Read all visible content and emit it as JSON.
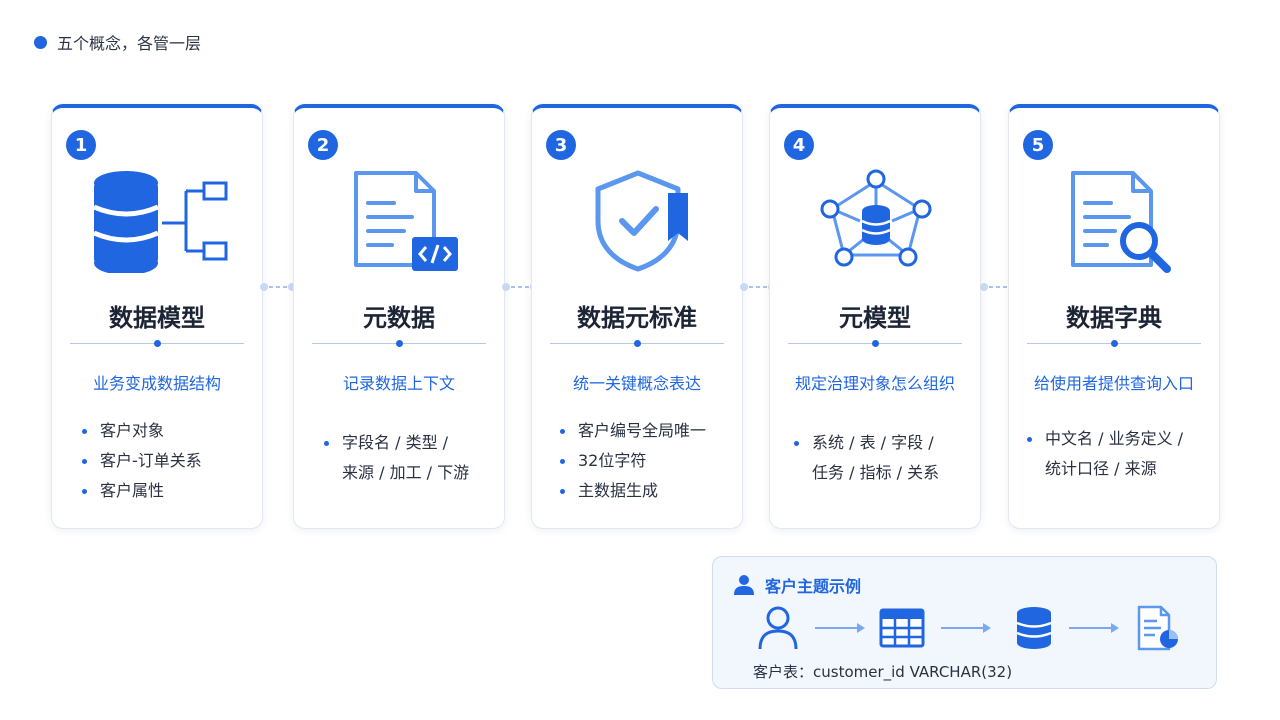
{
  "header": {
    "title": "五个概念，各管一层"
  },
  "cards": [
    {
      "number": "1",
      "title": "数据模型",
      "subtitle": "业务变成数据结构",
      "icon": "database-tree-icon",
      "bullets": [
        "客户对象",
        "客户-订单关系",
        "客户属性"
      ]
    },
    {
      "number": "2",
      "title": "元数据",
      "subtitle": "记录数据上下文",
      "icon": "document-code-icon",
      "bullets": [
        "字段名 / 类型 /",
        "来源 / 加工 / 下游"
      ]
    },
    {
      "number": "3",
      "title": "数据元标准",
      "subtitle": "统一关键概念表达",
      "icon": "shield-check-icon",
      "bullets": [
        "客户编号全局唯一",
        "32位字符",
        "主数据生成"
      ]
    },
    {
      "number": "4",
      "title": "元模型",
      "subtitle": "规定治理对象怎么组织",
      "icon": "network-database-icon",
      "bullets": [
        "系统 / 表 / 字段 /",
        "任务 / 指标 / 关系"
      ]
    },
    {
      "number": "5",
      "title": "数据字典",
      "subtitle": "给使用者提供查询入口",
      "icon": "document-search-icon",
      "bullets": [
        "中文名 / 业务定义 /",
        "统计口径 / 来源"
      ]
    }
  ],
  "example": {
    "title": "客户主题示例",
    "icons": [
      "user-icon",
      "table-icon",
      "database-icon",
      "report-icon"
    ],
    "caption": "客户表：customer_id VARCHAR(32)"
  },
  "colors": {
    "accent": "#1f66e0",
    "light_accent": "#5b97ee",
    "text": "#1f2a3d"
  }
}
